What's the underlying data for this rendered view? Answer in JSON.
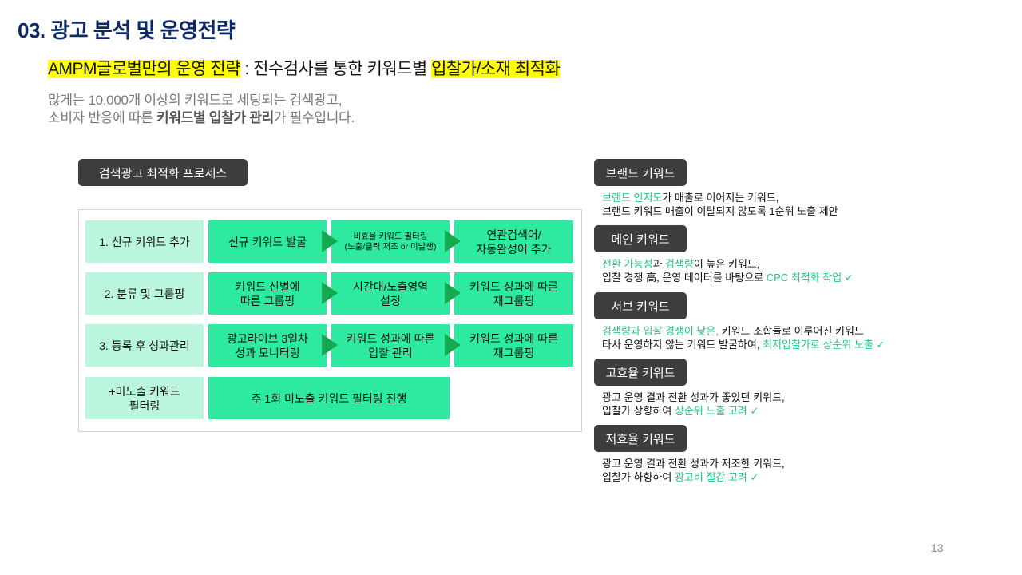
{
  "title": "03. 광고 분석 및 운영전략",
  "subtitle": {
    "hl1": "AMPM글로벌만의 운영 전략",
    "mid": " : 전수검사를 통한 키워드별 ",
    "hl2": "입찰가/소재 최적화"
  },
  "intro": {
    "line1": "많게는 10,000개 이상의 키워드로 세팅되는 검색광고,",
    "line2_a": "소비자 반응에 따른 ",
    "line2_b": "키워드별 입찰가 관리",
    "line2_c": "가 필수입니다."
  },
  "process_label": "검색광고 최적화 프로세스",
  "process": [
    {
      "stage": "1. 신규 키워드 추가",
      "steps": [
        "신규 키워드 발굴",
        "비효율 키워드 필터링\n(노출/클릭 저조 or 미발생)",
        "연관검색어/\n자동완성어 추가"
      ]
    },
    {
      "stage": "2. 분류 및 그룹핑",
      "steps": [
        "키워드 선별에\n따른 그룹핑",
        "시간대/노출영역\n설정",
        "키워드 성과에 따른\n재그룹핑"
      ]
    },
    {
      "stage": "3. 등록 후 성과관리",
      "steps": [
        "광고라이브 3일차\n성과 모니터링",
        "키워드 성과에 따른\n입찰 관리",
        "키워드 성과에 따른\n재그룹핑"
      ]
    },
    {
      "stage": "+미노출 키워드\n필터링",
      "steps": [
        "주 1회 미노출 키워드 필터링 진행"
      ]
    }
  ],
  "keywords": [
    {
      "label": "브랜드 키워드",
      "lines": [
        [
          {
            "t": "브랜드 인지도",
            "g": true
          },
          {
            "t": "가 매출로 이어지는 키워드,"
          }
        ],
        [
          {
            "t": "브랜드 키워드 매출이 이탈되지 않도록 1순위 노출 제안"
          }
        ]
      ]
    },
    {
      "label": "메인 키워드",
      "lines": [
        [
          {
            "t": "전환 가능성",
            "g": true
          },
          {
            "t": "과 "
          },
          {
            "t": "검색량",
            "g": true
          },
          {
            "t": "이 높은 키워드,"
          }
        ],
        [
          {
            "t": "입찰 경쟁 高, 운영 데이터를 바탕으로 "
          },
          {
            "t": "CPC 최적화 작업 ✓",
            "g": true
          }
        ]
      ]
    },
    {
      "label": "서브 키워드",
      "lines": [
        [
          {
            "t": "검색량과 입찰 경쟁이 낮은,",
            "g": true
          },
          {
            "t": " 키워드 조합들로 이루어진 키워드"
          }
        ],
        [
          {
            "t": "타사 운영하지 않는 키워드 발굴하여, "
          },
          {
            "t": "최저입찰가로 상순위 노출 ✓",
            "g": true
          }
        ]
      ]
    },
    {
      "label": "고효율 키워드",
      "lines": [
        [
          {
            "t": "광고 운영 결과 전환 성과가 좋았던 키워드,"
          }
        ],
        [
          {
            "t": "입찰가 상향하여 "
          },
          {
            "t": "상순위 노출 고려 ✓",
            "g": true
          }
        ]
      ]
    },
    {
      "label": "저효율 키워드",
      "lines": [
        [
          {
            "t": "광고 운영 결과 전환 성과가 저조한 키워드,"
          }
        ],
        [
          {
            "t": "입찰가 하향하여 "
          },
          {
            "t": "광고비 절감 고려 ✓",
            "g": true
          }
        ]
      ]
    }
  ],
  "page_number": "13",
  "colors": {
    "title": "#0d2a66",
    "highlight": "#ffff00",
    "stage_cell": "#baf5dd",
    "step_cell": "#2eeaa0",
    "arrow": "#14a94f",
    "accent_text": "#22c785",
    "label_box": "#3d3d3d"
  }
}
